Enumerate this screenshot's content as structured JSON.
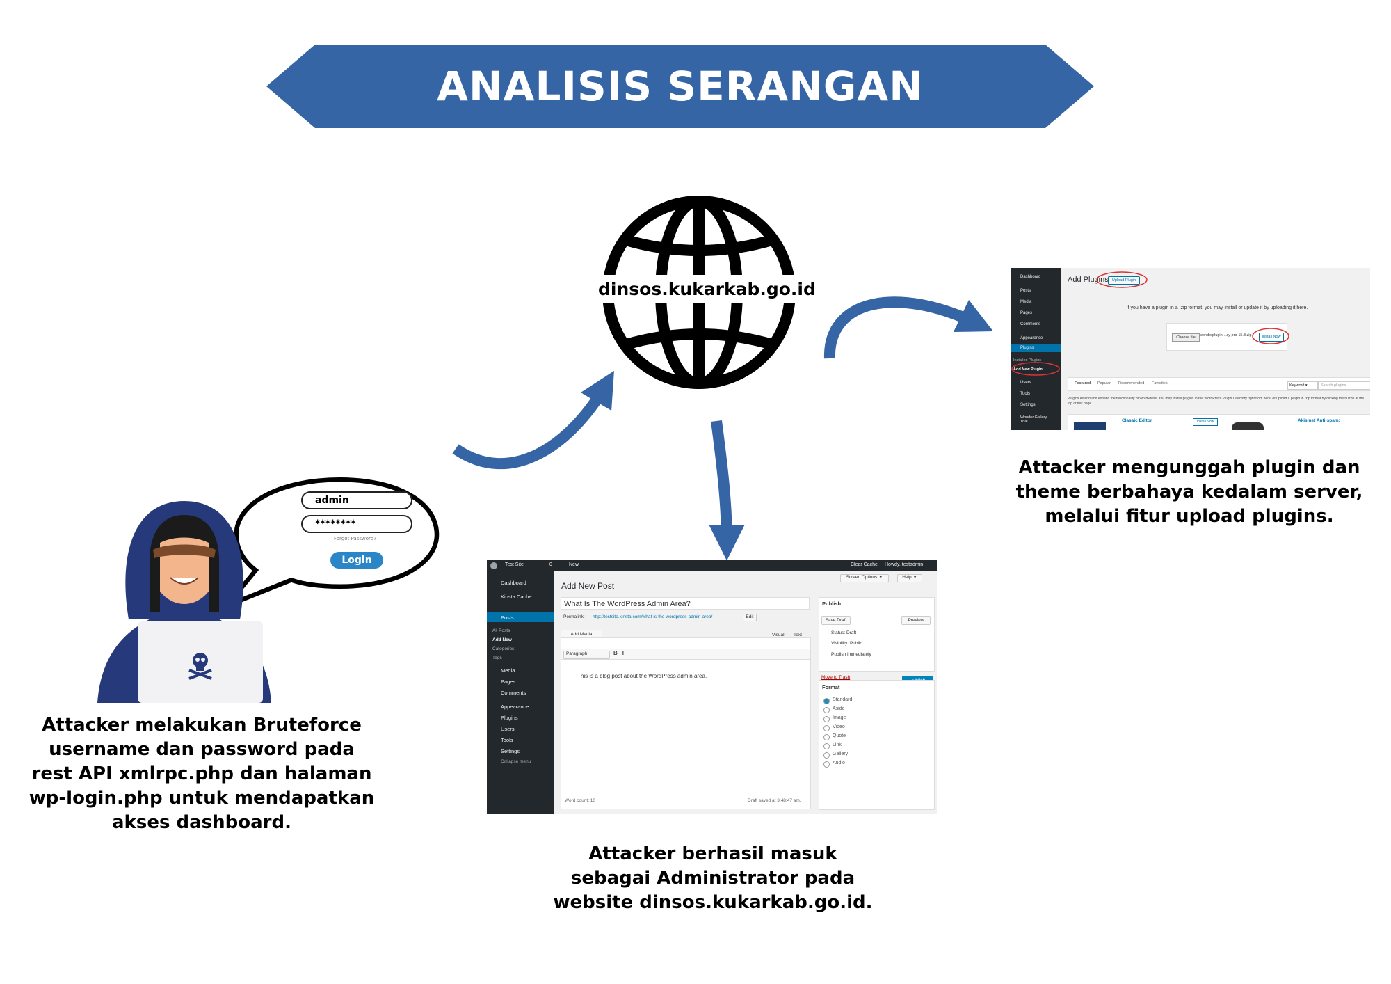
{
  "banner": {
    "title": "ANALISIS SERANGAN",
    "color": "#3565a5"
  },
  "globe": {
    "domain": "dinsos.kukarkab.go.id"
  },
  "login_bubble": {
    "username": "admin",
    "password": "********",
    "forgot": "Forgot Password?",
    "button": "Login"
  },
  "captions": {
    "left": "Attacker melakukan Bruteforce username dan password pada rest API xmlrpc.php dan halaman wp-login.php untuk mendapatkan akses dashboard.",
    "middle": "Attacker berhasil masuk sebagai Administrator pada website dinsos.kukarkab.go.id.",
    "right": "Attacker mengunggah plugin dan theme berbahaya kedalam server, melalui fitur upload plugins."
  },
  "wp_editor": {
    "topbar": {
      "site": "Test Site",
      "comments": "0",
      "new": "New",
      "clear_cache": "Clear Cache",
      "howdy": "Howdy, testadmin"
    },
    "sidebar": [
      "Dashboard",
      "Kinsta Cache",
      "Posts",
      "All Posts",
      "Add New",
      "Categories",
      "Tags",
      "Media",
      "Pages",
      "Comments",
      "Appearance",
      "Plugins",
      "Users",
      "Tools",
      "Settings",
      "Collapse menu"
    ],
    "screen_options": "Screen Options ▼",
    "help": "Help ▼",
    "heading": "Add New Post",
    "post_title": "What Is The WordPress Admin Area?",
    "permalink_label": "Permalink:",
    "permalink": "http://testsite.kinsta.com/what-is-the-wordpress-admin-area/",
    "edit": "Edit",
    "add_media": "Add Media",
    "visual": "Visual",
    "text": "Text",
    "paragraph": "Paragraph",
    "body": "This is a blog post about the WordPress admin area.",
    "word_count": "Word count: 10",
    "draft_saved": "Draft saved at 3:48:47 am.",
    "publish": {
      "title": "Publish",
      "save_draft": "Save Draft",
      "preview": "Preview",
      "status": "Status: Draft",
      "visibility": "Visibility: Public",
      "schedule": "Publish immediately",
      "trash": "Move to Trash",
      "button": "Publish"
    },
    "format": {
      "title": "Format",
      "options": [
        "Standard",
        "Aside",
        "Image",
        "Video",
        "Quote",
        "Link",
        "Gallery",
        "Audio"
      ]
    }
  },
  "wp_plugins": {
    "sidebar": [
      "Dashboard",
      "Posts",
      "Media",
      "Pages",
      "Comments",
      "Appearance",
      "Plugins",
      "Installed Plugins",
      "Add New Plugin",
      "Users",
      "Tools",
      "Settings",
      "Wonder Gallery Trial"
    ],
    "heading": "Add Plugins",
    "upload_button": "Upload Plugin",
    "info": "If you have a plugin in a .zip format, you may install or update it by uploading it here.",
    "choose_file": "Choose file",
    "file_name": "wonderplugin-...ry-pro-15.3.zip",
    "install_now": "Install Now",
    "tabs": [
      "Featured",
      "Popular",
      "Recommended",
      "Favorites"
    ],
    "keyword": "Keyword ▾",
    "search_placeholder": "Search plugins...",
    "description": "Plugins extend and expand the functionality of WordPress. You may install plugins in the WordPress Plugin Directory right from here, or upload a plugin in .zip format by clicking the button at the top of this page.",
    "cards": [
      "Classic Editor",
      "Install Now",
      "Akismet Anti-spam:"
    ]
  },
  "colors": {
    "arrow": "#3565a5",
    "hoodie": "#26397a",
    "wp_dark": "#23282d",
    "wp_blue": "#0073aa"
  }
}
